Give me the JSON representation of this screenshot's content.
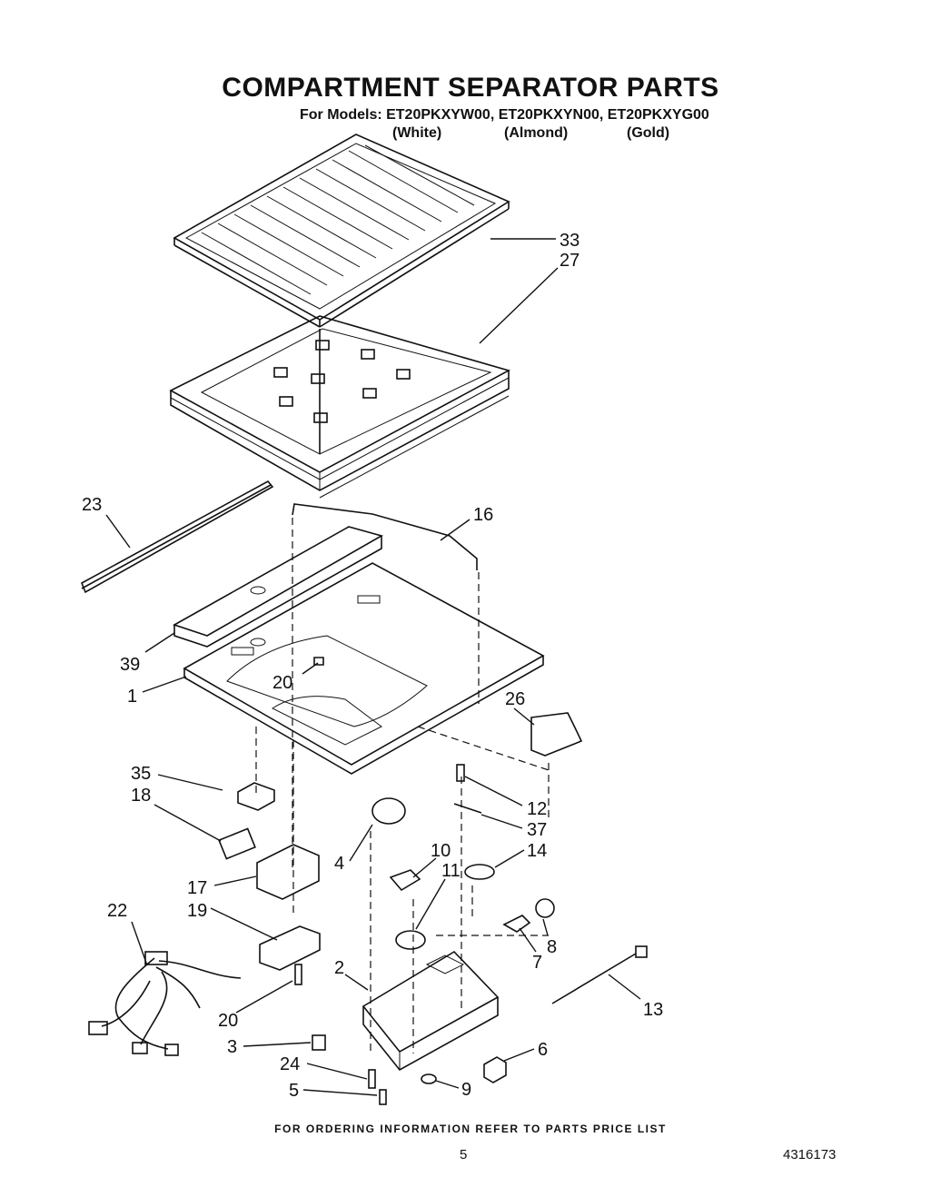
{
  "title": "COMPARTMENT SEPARATOR PARTS",
  "models_line": "For Models: ET20PKXYW00, ET20PKXYN00, ET20PKXYG00",
  "variants": [
    "(White)",
    "(Almond)",
    "(Gold)"
  ],
  "part_labels": [
    "33",
    "27",
    "23",
    "16",
    "39",
    "1",
    "20",
    "26",
    "35",
    "18",
    "12",
    "37",
    "4",
    "10",
    "14",
    "11",
    "17",
    "22",
    "19",
    "8",
    "7",
    "2",
    "13",
    "20",
    "3",
    "6",
    "24",
    "9",
    "5"
  ],
  "footer_note": "FOR ORDERING INFORMATION REFER TO PARTS PRICE LIST",
  "page_number": "5",
  "document_number": "4316173"
}
